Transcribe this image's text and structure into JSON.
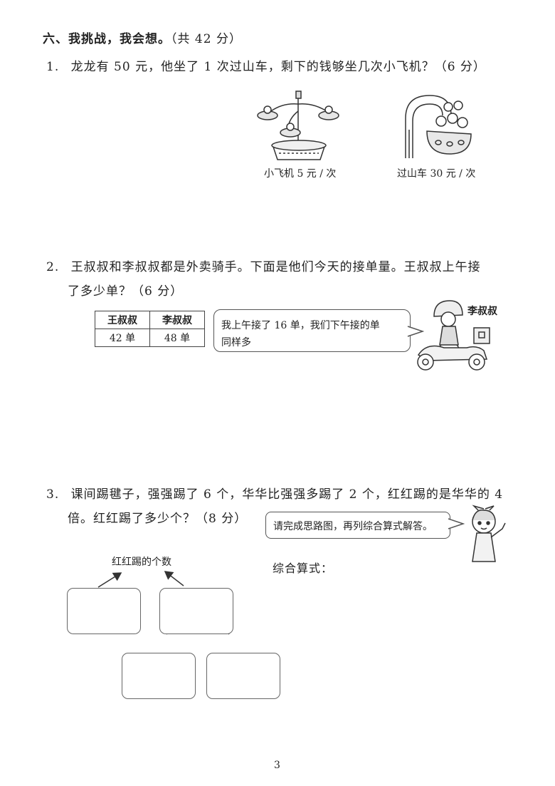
{
  "section": {
    "heading": "六、我挑战，我会想。",
    "points": "（共 42 分）"
  },
  "q1": {
    "number": "1.",
    "text": "龙龙有 50 元，他坐了 1 次过山车，剩下的钱够坐几次小飞机？（6 分）",
    "plane_caption": "小飞机 5 元 / 次",
    "coaster_caption": "过山车 30 元 / 次"
  },
  "q2": {
    "number": "2.",
    "line1": "王叔叔和李叔叔都是外卖骑手。下面是他们今天的接单量。王叔叔上午接",
    "line2": "了多少单？（6 分）",
    "table": {
      "headers": [
        "王叔叔",
        "李叔叔"
      ],
      "values": [
        "42 单",
        "48 单"
      ]
    },
    "bubble_line1": "我上午接了 16 单，我们下午接的单",
    "bubble_line2": "同样多",
    "rider_label": "李叔叔"
  },
  "q3": {
    "number": "3.",
    "line1": "课间踢毽子，强强踢了 6 个，华华比强强多踢了 2 个，红红踢的是华华的 4",
    "line2": "倍。红红踢了多少个？（8 分）",
    "bubble": "请完成思路图，再列综合算式解答。",
    "diagram_top_label": "红红踢的个数",
    "formula_label": "综合算式："
  },
  "page_number": "3"
}
